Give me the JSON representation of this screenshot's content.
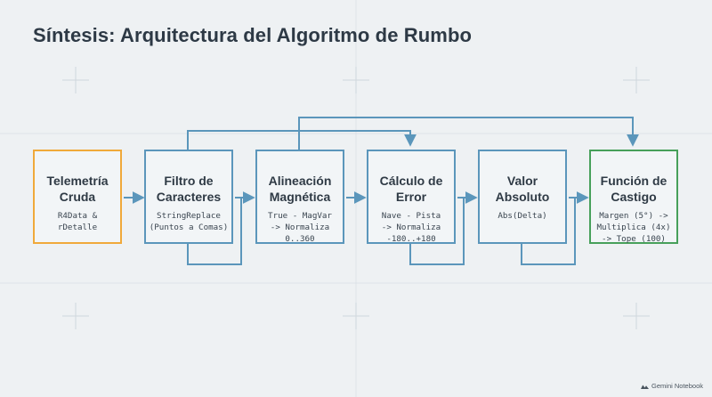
{
  "title": "Síntesis: Arquitectura del Algoritmo de Rumbo",
  "colors": {
    "background": "#eef1f3",
    "flow_line": "#5b96bb",
    "start_border": "#f0a93a",
    "end_border": "#47a05a"
  },
  "nodes": [
    {
      "title": "Telemetría\nCruda",
      "desc": "R4Data &\nrDetalle"
    },
    {
      "title": "Filtro de\nCaracteres",
      "desc": "StringReplace\n(Puntos a Comas)"
    },
    {
      "title": "Alineación\nMagnética",
      "desc": "True - MagVar\n-> Normaliza\n0..360"
    },
    {
      "title": "Cálculo de\nError",
      "desc": "Nave - Pista\n-> Normaliza\n-180..+180"
    },
    {
      "title": "Valor\nAbsoluto",
      "desc": "Abs(Delta)"
    },
    {
      "title": "Función de\nCastigo",
      "desc": "Margen (5°) ->\nMultiplica (4x)\n-> Tope (100)"
    }
  ],
  "badge": {
    "label": "Gemini Notebook",
    "icon": "gemini-notebook-icon"
  }
}
